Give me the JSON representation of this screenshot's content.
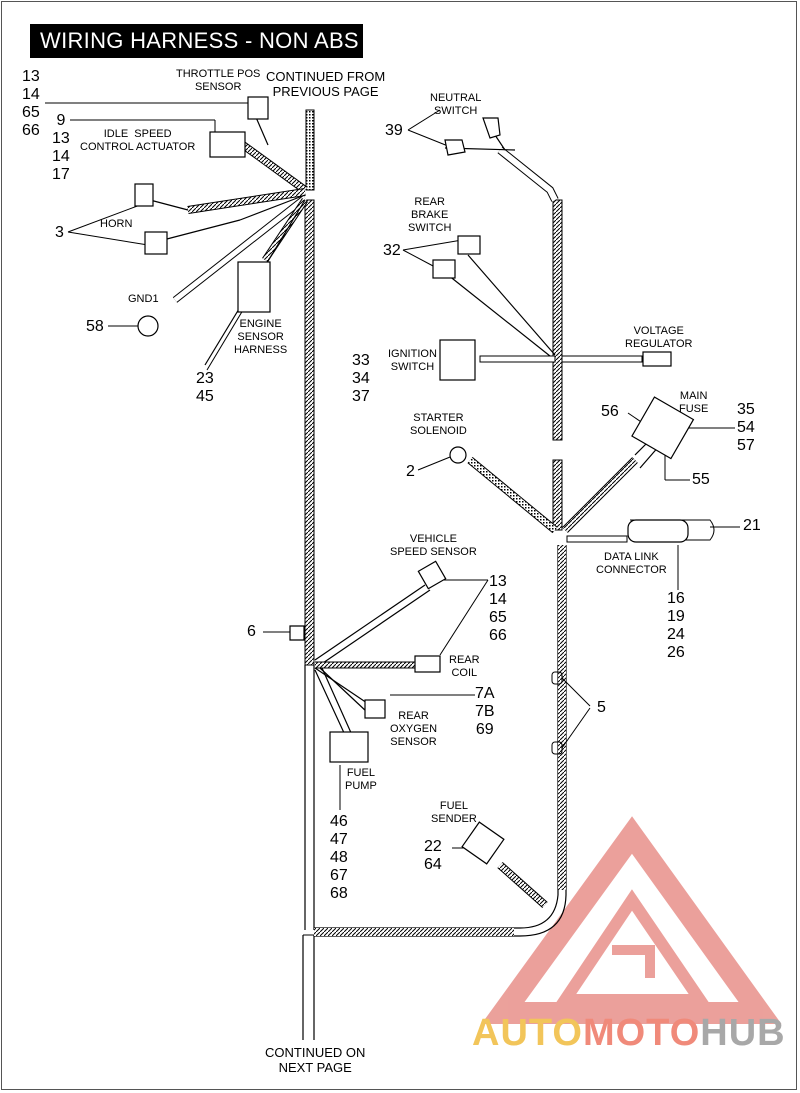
{
  "title": "WIRING HARNESS - NON ABS",
  "continued_from": "CONTINUED FROM\nPREVIOUS PAGE",
  "continued_on": "CONTINUED ON\nNEXT PAGE",
  "components": {
    "throttle_pos": {
      "label": "THROTTLE POS\nSENSOR",
      "refs": "13\n14\n65\n66"
    },
    "idle_speed": {
      "label": "IDLE  SPEED\nCONTROL ACTUATOR",
      "refs": "9\n13\n14\n17"
    },
    "horn": {
      "label": "HORN",
      "refs": "3"
    },
    "gnd1": {
      "label": "GND1",
      "refs": "58"
    },
    "engine_sensor": {
      "label": "ENGINE\nSENSOR\nHARNESS",
      "refs": "23\n45"
    },
    "neutral_switch": {
      "label": "NEUTRAL\nSWITCH",
      "refs": "39"
    },
    "rear_brake": {
      "label": "REAR\nBRAKE\nSWITCH",
      "refs": "32"
    },
    "ignition": {
      "label": "IGNITION\nSWITCH",
      "refs": "33\n34\n37"
    },
    "voltage_reg": {
      "label": "VOLTAGE\nREGULATOR"
    },
    "main_fuse": {
      "label": "MAIN\nFUSE",
      "refs_left": "56",
      "refs_right": "35\n54\n57",
      "refs_bottom": "55"
    },
    "starter": {
      "label": "STARTER\nSOLENOID",
      "refs": "2"
    },
    "data_link": {
      "label": "DATA LINK\nCONNECTOR",
      "refs_right": "21",
      "refs_bottom": "16\n19\n24\n26"
    },
    "vehicle_speed": {
      "label": "VEHICLE\nSPEED SENSOR",
      "refs": "13\n14\n65\n66"
    },
    "clip": {
      "refs": "6"
    },
    "rear_coil": {
      "label": "REAR\nCOIL"
    },
    "rear_oxygen": {
      "label": "REAR\nOXYGEN\nSENSOR",
      "refs": "7A\n7B\n69"
    },
    "fuel_pump": {
      "label": "FUEL\nPUMP",
      "refs": "46\n47\n48\n67\n68"
    },
    "fuel_sender": {
      "label": "FUEL\nSENDER",
      "refs": "22\n64"
    },
    "tie": {
      "refs": "5"
    }
  },
  "watermark": {
    "part1": "AUTO",
    "part2": "MOTO",
    "part3": "HUB",
    "colors": {
      "red": "#e8908a",
      "yellow": "#f2c55a",
      "gray": "#a8a8a8"
    }
  }
}
